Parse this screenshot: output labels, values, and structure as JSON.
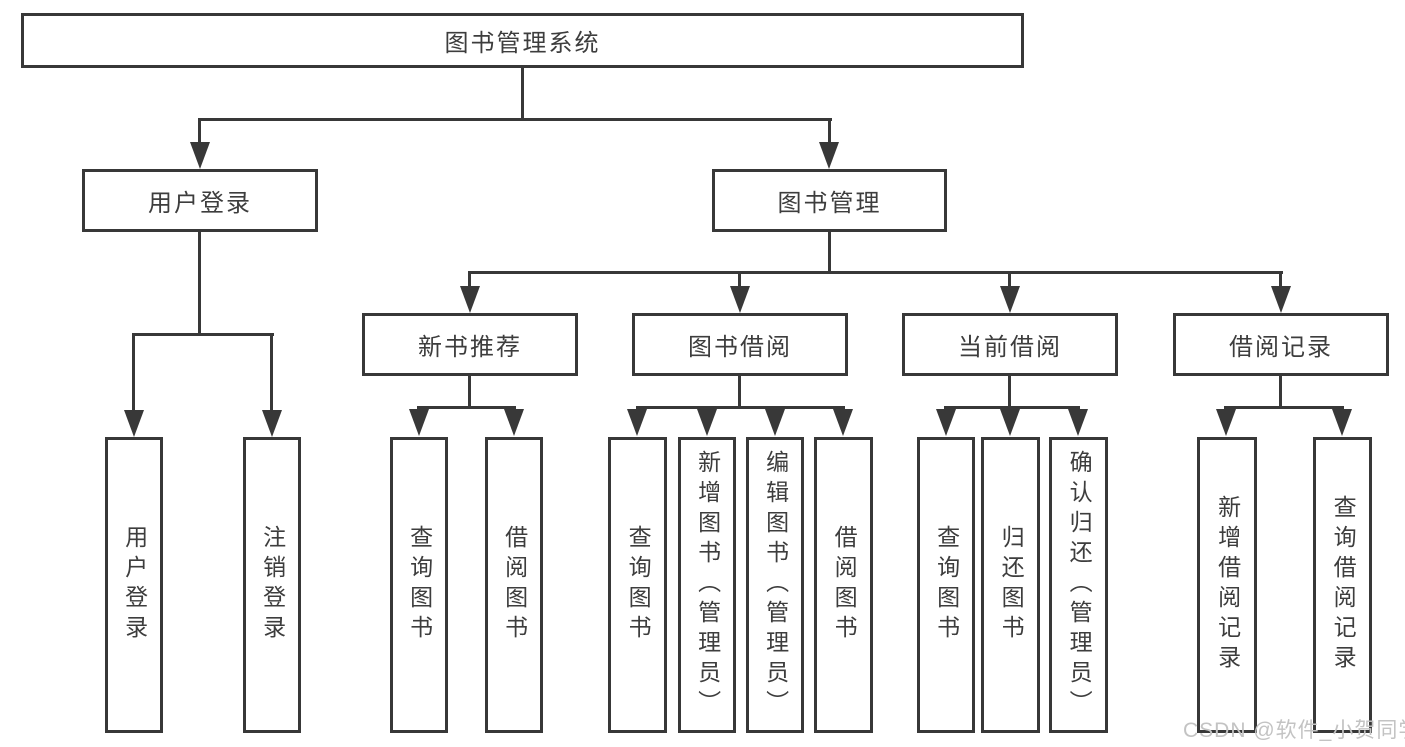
{
  "diagram_title": "图书管理系统",
  "hierarchy": {
    "root": "图书管理系统",
    "children": [
      {
        "label": "用户登录",
        "children": [
          "用户登录",
          "注销登录"
        ]
      },
      {
        "label": "图书管理",
        "children": [
          {
            "label": "新书推荐",
            "children": [
              "查询图书",
              "借阅图书"
            ]
          },
          {
            "label": "图书借阅",
            "children": [
              "查询图书",
              "新增图书（管理员）",
              "编辑图书（管理员）",
              "借阅图书"
            ]
          },
          {
            "label": "当前借阅",
            "children": [
              "查询图书",
              "归还图书",
              "确认归还（管理员）"
            ]
          },
          {
            "label": "借阅记录",
            "children": [
              "新增借阅记录",
              "查询借阅记录"
            ]
          }
        ]
      }
    ]
  },
  "watermark": {
    "text": "CSDN @软件_小贺同学"
  },
  "colors": {
    "line": "#383838",
    "text": "#3d3d3d",
    "watermark": "#c3c3c3",
    "background": "#ffffff"
  }
}
